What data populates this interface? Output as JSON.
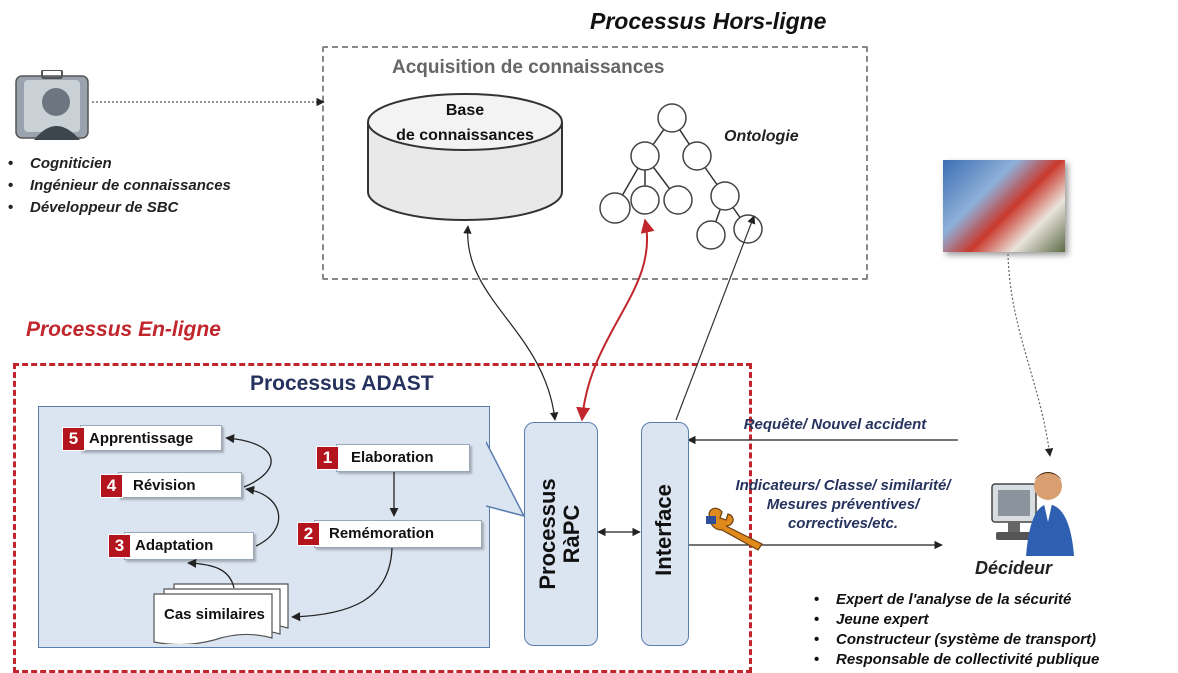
{
  "offline": {
    "title": "Processus Hors-ligne",
    "acquisition_title": "Acquisition de connaissances",
    "kb_line1": "Base",
    "kb_line2": "de connaissances",
    "ontology": "Ontologie"
  },
  "left_roles": [
    "Cogniticien",
    "Ingénieur de connaissances",
    "Développeur de SBC"
  ],
  "online": {
    "title": "Processus En-ligne",
    "adast_title": "Processus ADAST",
    "steps": [
      {
        "num": "1",
        "label": "Elaboration"
      },
      {
        "num": "2",
        "label": "Remémoration"
      },
      {
        "num": "3",
        "label": "Adaptation"
      },
      {
        "num": "4",
        "label": "Révision"
      },
      {
        "num": "5",
        "label": "Apprentissage"
      }
    ],
    "similar_cases": "Cas similaires",
    "rapc_line1": "Processus",
    "rapc_line2": "RàPC",
    "interface": "Interface"
  },
  "messages": {
    "request": "Requête/ Nouvel accident",
    "results_line1": "Indicateurs/ Classe/ similarité/",
    "results_line2": "Mesures préventives/",
    "results_line3": "correctives/etc."
  },
  "decideur": {
    "label": "Décideur",
    "roles": [
      "Expert de l'analyse de la sécurité",
      "Jeune expert",
      "Constructeur  (système de transport)",
      "Responsable de collectivité publique"
    ]
  },
  "colors": {
    "online_accent": "#c0262c",
    "step_badge": "#b4141d",
    "panel_fill": "#dbe5f1",
    "panel_border": "#5a7db0",
    "ontology_link": "#c0262c"
  },
  "icons": [
    "engineer-user-icon",
    "accident-photo",
    "decision-maker-user-icon",
    "wrench-icon"
  ]
}
